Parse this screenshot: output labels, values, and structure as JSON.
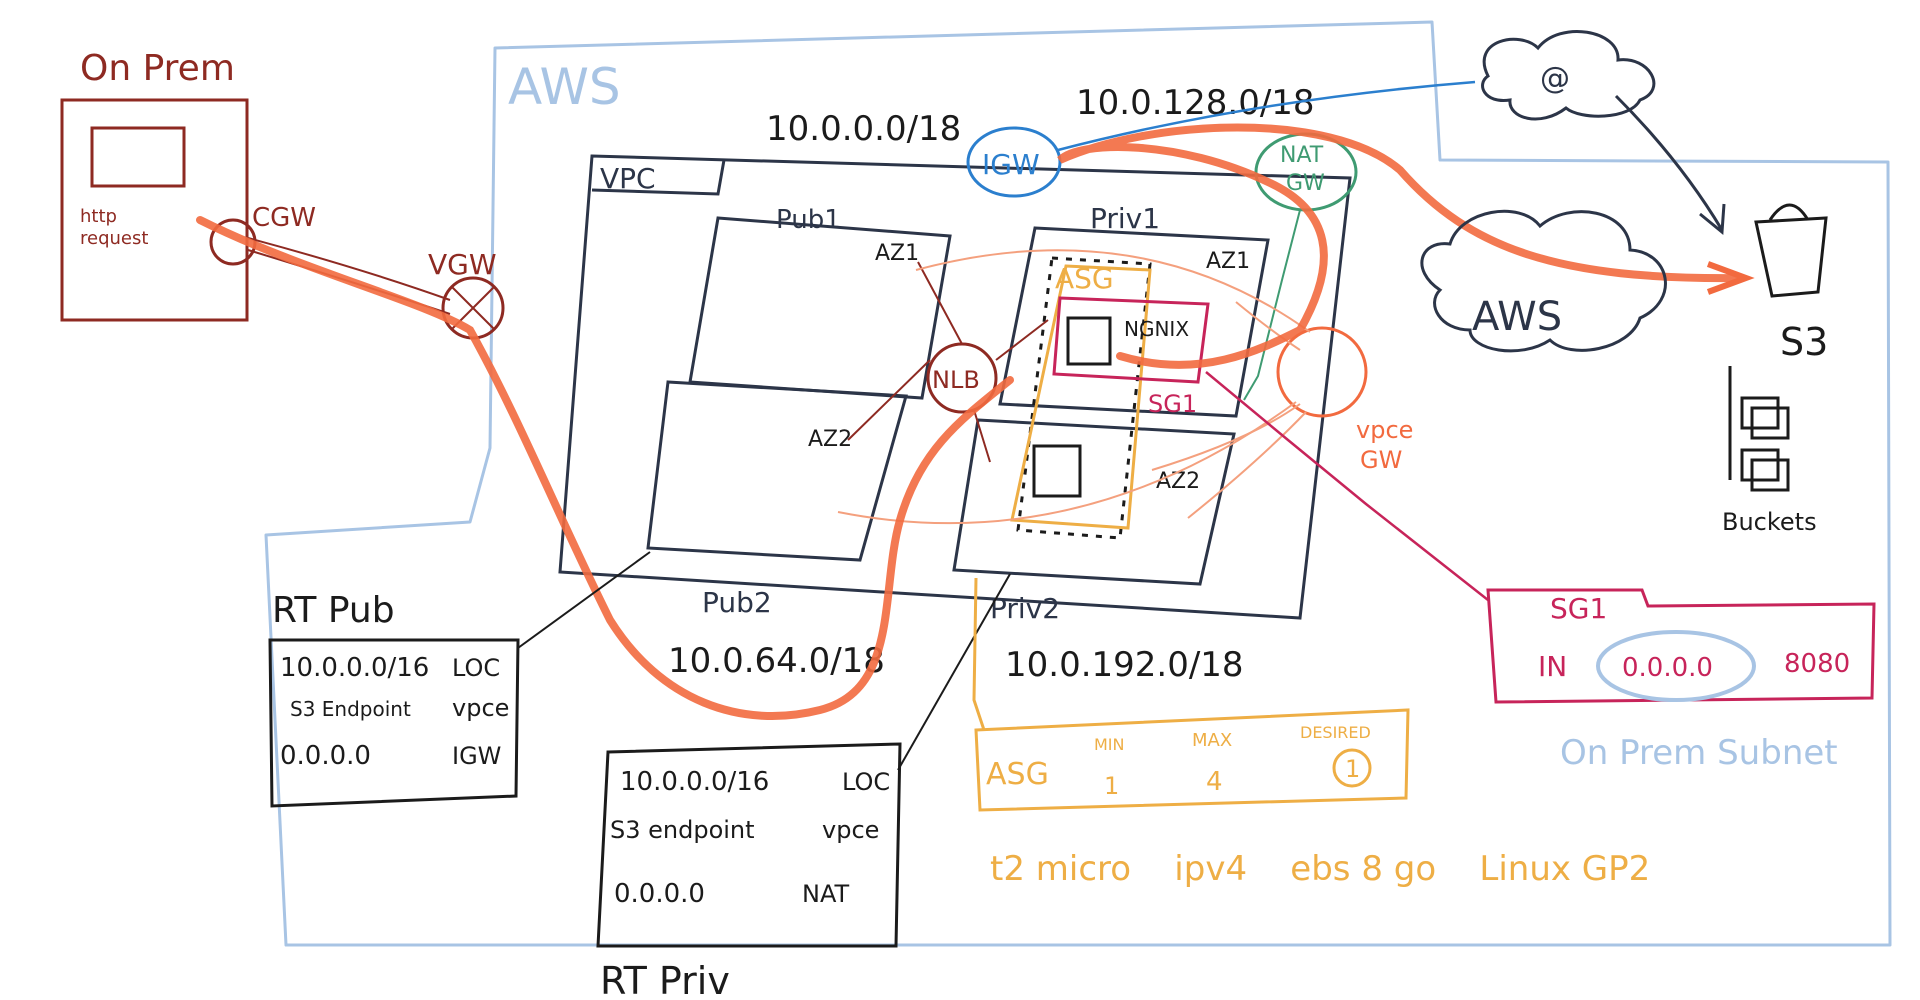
{
  "labels": {
    "on_prem": "On Prem",
    "http_request": "http\nrequest",
    "cgw": "CGW",
    "vgw": "VGW",
    "aws_region": "AWS",
    "cidr_pub1": "10.0.0.0/18",
    "cidr_priv1": "10.0.128.0/18",
    "cidr_pub2": "10.0.64.0/18",
    "cidr_priv2": "10.0.192.0/18",
    "igw": "IGW",
    "nat_gw": "NAT\nGW",
    "vpc": "VPC",
    "pub1": "Pub1",
    "priv1": "Priv1",
    "pub2": "Pub2",
    "priv2": "Priv2",
    "az1_a": "AZ1",
    "az1_b": "AZ1",
    "az2_a": "AZ2",
    "az2_b": "AZ2",
    "asg": "ASG",
    "nginx": "NGNIX",
    "sg1": "SG1",
    "nlb": "NLB",
    "vpce_gw": "vpce\nGW",
    "aws_cloud": "AWS",
    "at_sign": "@",
    "s3": "S3",
    "buckets": "Buckets",
    "on_prem_subnet": "On Prem Subnet",
    "instance_spec": "t2 micro    ipv4    ebs 8 go    Linux GP2"
  },
  "rt_pub": {
    "title": "RT Pub",
    "rows": [
      {
        "dest": "10.0.0.0/16",
        "target": "LOC"
      },
      {
        "dest": "S3 Endpoint",
        "target": "vpce"
      },
      {
        "dest": "0.0.0.0",
        "target": "IGW"
      }
    ]
  },
  "rt_priv": {
    "title": "RT Priv",
    "rows": [
      {
        "dest": "10.0.0.0/16",
        "target": "LOC"
      },
      {
        "dest": "S3 endpoint",
        "target": "vpce"
      },
      {
        "dest": "0.0.0.0",
        "target": "NAT"
      }
    ]
  },
  "sg1_rule": {
    "title": "SG1",
    "direction": "IN",
    "cidr": "0.0.0.0",
    "port": "8080"
  },
  "asg_config": {
    "name": "ASG",
    "min_label": "MIN",
    "min": "1",
    "max_label": "MAX",
    "max": "4",
    "desired_label": "DESIRED",
    "desired": "1"
  },
  "colors": {
    "dark_red": "#8e2a22",
    "navy": "#2c3548",
    "light_blue": "#a8c4e4",
    "orange": "#f26a3f",
    "orange_light": "#f4a07e",
    "amber": "#eeae45",
    "magenta": "#c7245a",
    "blue": "#2b7fce",
    "green": "#3f9b72",
    "table_black": "#1b1b1b"
  }
}
